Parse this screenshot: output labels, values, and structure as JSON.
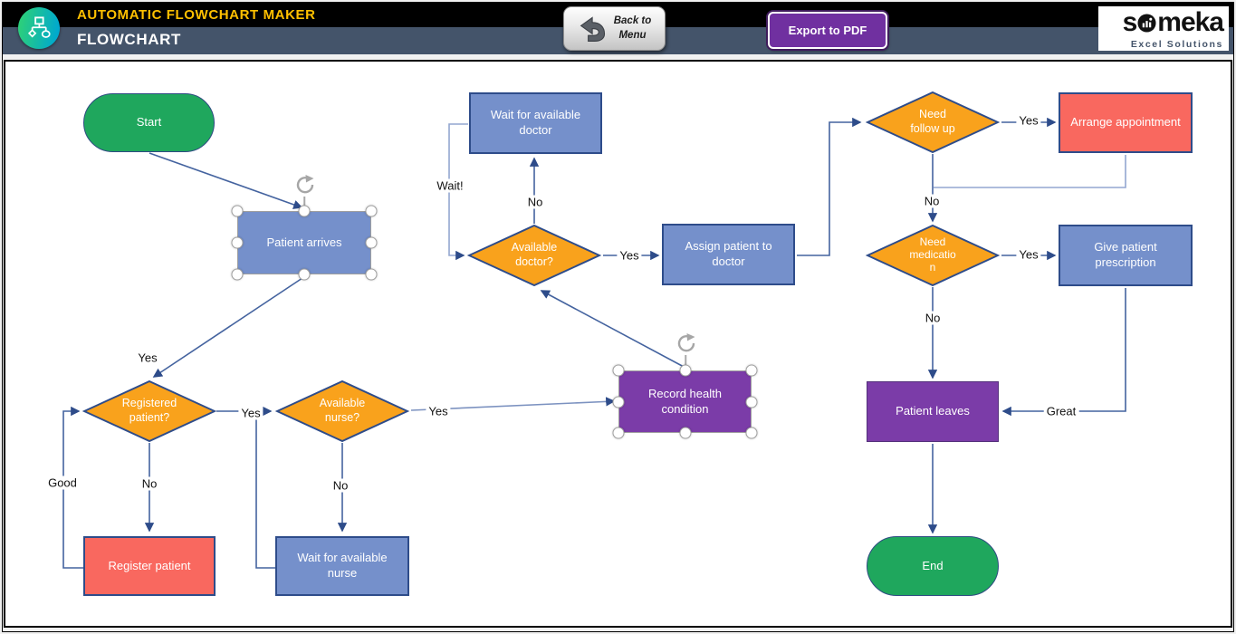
{
  "header": {
    "app_title": "AUTOMATIC FLOWCHART MAKER",
    "sheet_title": "FLOWCHART",
    "back_button_label": "Back to\nMenu",
    "export_button_label": "Export to PDF",
    "logo": {
      "brand": "someka",
      "brand_prefix": "s",
      "brand_suffix": "meka",
      "tagline": "Excel Solutions"
    }
  },
  "palette": {
    "header_bar": "#000000",
    "header_subbar": "#44546A",
    "title_accent": "#FFC000",
    "export_button": "#7030A0",
    "node_green": "#1FA75D",
    "node_blue": "#7590CB",
    "node_orange": "#F9A21C",
    "node_red": "#F9685F",
    "node_purple": "#7B3CA8",
    "connector": "#44639F"
  },
  "nodes": {
    "start": "Start",
    "patient_arrives": "Patient arrives",
    "wait_doctor": "Wait for available\ndoctor",
    "available_doctor": "Available\ndoctor?",
    "assign_doctor": "Assign patient to\ndoctor",
    "need_follow_up": "Need\nfollow up",
    "arrange_appointment": "Arrange appointment",
    "need_medication": "Need\nmedicatio\nn",
    "give_prescription": "Give patient\nprescription",
    "registered_patient": "Registered\npatient?",
    "register_patient": "Register patient",
    "available_nurse": "Available\nnurse?",
    "wait_nurse": "Wait for available\nnurse",
    "record_health": "Record health\ncondition",
    "patient_leaves": "Patient leaves",
    "end": "End"
  },
  "edge_labels": {
    "arrives_yes": "Yes",
    "registered_no": "No",
    "registered_good": "Good",
    "registered_yes": "Yes",
    "nurse_no": "No",
    "nurse_yes": "Yes",
    "doctor_wait": "Wait!",
    "doctor_no": "No",
    "doctor_yes": "Yes",
    "follow_yes": "Yes",
    "follow_no": "No",
    "medication_yes": "Yes",
    "medication_no": "No",
    "leaves_great": "Great"
  }
}
